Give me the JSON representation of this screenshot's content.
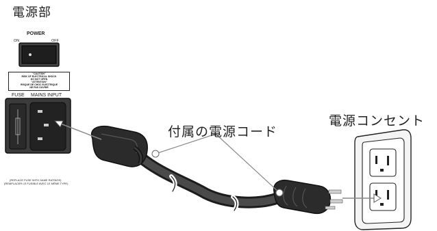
{
  "title": "電源部",
  "cord_label": "付属の電源コード",
  "outlet_label": "電源コンセント",
  "panel": {
    "power_label": "POWER",
    "on_label": "ON",
    "off_label": "OFF",
    "fuse_label": "FUSE",
    "mains_label": "MAINS INPUT",
    "caution_lines": [
      "\"CAUTION\"",
      "RISK OF ELECTRICAL SHOCK",
      "DO NOT OPEN",
      "\"ATTENTION\"",
      "RISQUE DE CHOC ELECTRIQUE",
      "NE PAS OUVRIR"
    ],
    "fuse_note_1": "(REPLACE FUSE WITH SAME RATINGS)",
    "fuse_note_2": "(REMPLACER LE FUSIBLE AVEC LE MÊME TYPE)"
  },
  "colors": {
    "cord": "#3a3a3a",
    "connector": "#2b2b2b",
    "leader": "#8a8a8a",
    "outline": "#222222"
  }
}
